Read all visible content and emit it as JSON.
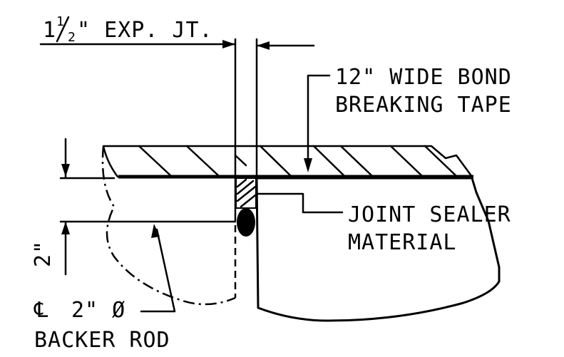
{
  "labels": {
    "joint_width_whole": "1",
    "joint_width_num": "1",
    "joint_width_den": "2",
    "joint_width_suffix": "\" EXP. JT.",
    "bond_tape_line1": "12\" WIDE BOND",
    "bond_tape_line2": "BREAKING TAPE",
    "sealer_line1": "JOINT SEALER",
    "sealer_line2": "MATERIAL",
    "backer_line1": "2\" Ø",
    "backer_line2": "BACKER ROD",
    "centerline_symbol": "℄",
    "depth_dim": "2\""
  }
}
